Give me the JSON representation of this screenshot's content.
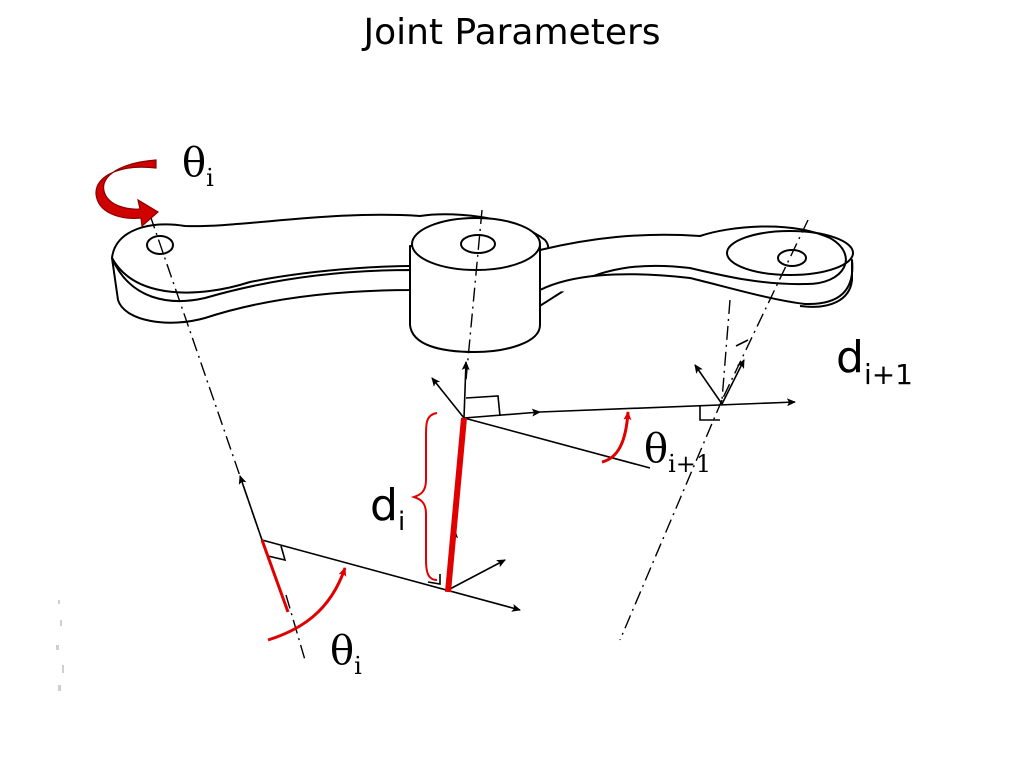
{
  "slide": {
    "title": "Joint Parameters"
  },
  "labels": {
    "theta_top": {
      "symbol": "θ",
      "sub": "i"
    },
    "theta_bottom": {
      "symbol": "θ",
      "sub": "i"
    },
    "theta_next": {
      "symbol": "θ",
      "sub": "i+1"
    },
    "d_i": {
      "symbol": "d",
      "sub": "i"
    },
    "d_next": {
      "symbol": "d",
      "sub": "i+1"
    }
  },
  "colors": {
    "accent": "#e00000",
    "line": "#000000"
  }
}
